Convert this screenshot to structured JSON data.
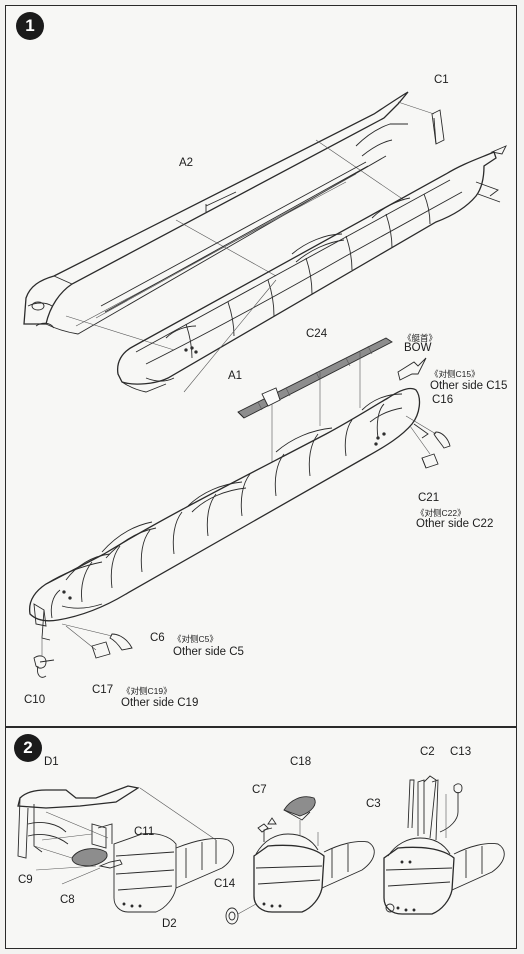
{
  "steps": [
    {
      "number": "1"
    },
    {
      "number": "2"
    }
  ],
  "step1_labels": {
    "c1": "C1",
    "a2": "A2",
    "a1": "A1",
    "c24": "C24",
    "bow_cn": "《艇首》",
    "bow": "BOW",
    "c15_cn": "《对侧C15》",
    "c15_other": "Other side C15",
    "c16": "C16",
    "c21": "C21",
    "c22_cn": "《对侧C22》",
    "c22_other": "Other side C22",
    "c6": "C6",
    "c5_cn": "《对侧C5》",
    "c5_other": "Other side C5",
    "c10": "C10",
    "c17": "C17",
    "c19_cn": "《对侧C19》",
    "c19_other": "Other side C19"
  },
  "step2_labels": {
    "d1": "D1",
    "c11": "C11",
    "c9": "C9",
    "c8": "C8",
    "d2": "D2",
    "c7": "C7",
    "c18": "C18",
    "c14": "C14",
    "c2": "C2",
    "c13": "C13",
    "c3": "C3"
  }
}
